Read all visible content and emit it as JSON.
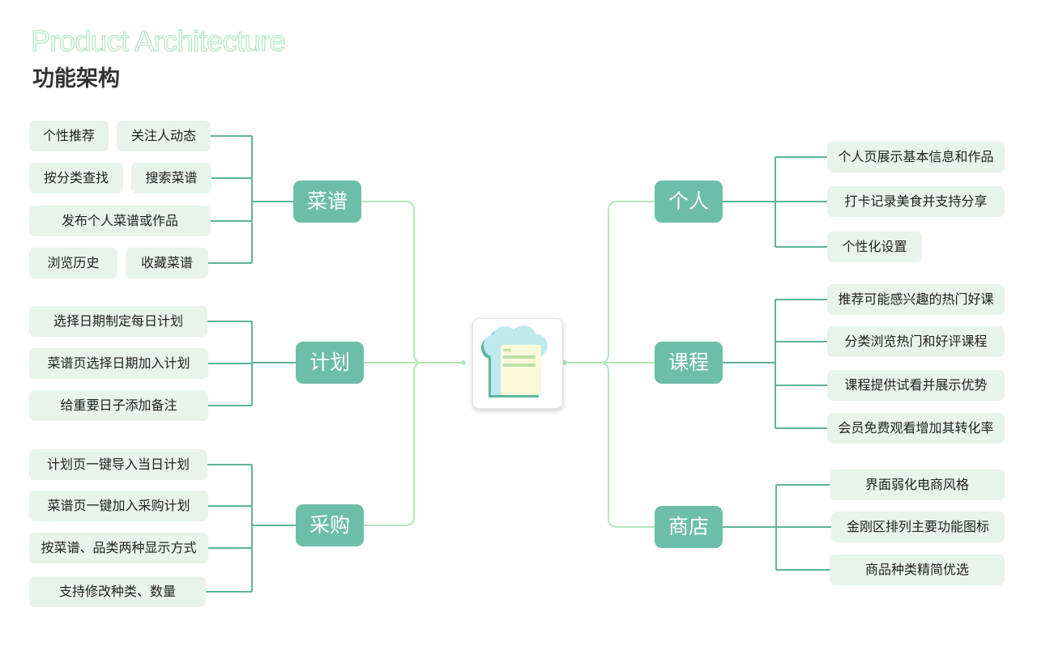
{
  "header": {
    "title_en": "Product Architecture",
    "title_zh": "功能架构"
  },
  "colors": {
    "category_fill": "#6cbfa6",
    "leaf_fill": "#e8f3ec",
    "trunk_line": "#b4e6be",
    "branch_line": "#5fb39a"
  },
  "center": {
    "icon": "chef-hat-document-icon"
  },
  "categories": {
    "recipes": {
      "label": "菜谱",
      "items": [
        "个性推荐",
        "关注人动态",
        "按分类查找",
        "搜索菜谱",
        "发布个人菜谱或作品",
        "浏览历史",
        "收藏菜谱"
      ]
    },
    "plan": {
      "label": "计划",
      "items": [
        "选择日期制定每日计划",
        "菜谱页选择日期加入计划",
        "给重要日子添加备注"
      ]
    },
    "purchase": {
      "label": "采购",
      "items": [
        "计划页一键导入当日计划",
        "菜谱页一键加入采购计划",
        "按菜谱、品类两种显示方式",
        "支持修改种类、数量"
      ]
    },
    "personal": {
      "label": "个人",
      "items": [
        "个人页展示基本信息和作品",
        "打卡记录美食并支持分享",
        "个性化设置"
      ]
    },
    "courses": {
      "label": "课程",
      "items": [
        "推荐可能感兴趣的热门好课",
        "分类浏览热门和好评课程",
        "课程提供试看并展示优势",
        "会员免费观看增加其转化率"
      ]
    },
    "shop": {
      "label": "商店",
      "items": [
        "界面弱化电商风格",
        "金刚区排列主要功能图标",
        "商品种类精简优选"
      ]
    }
  }
}
